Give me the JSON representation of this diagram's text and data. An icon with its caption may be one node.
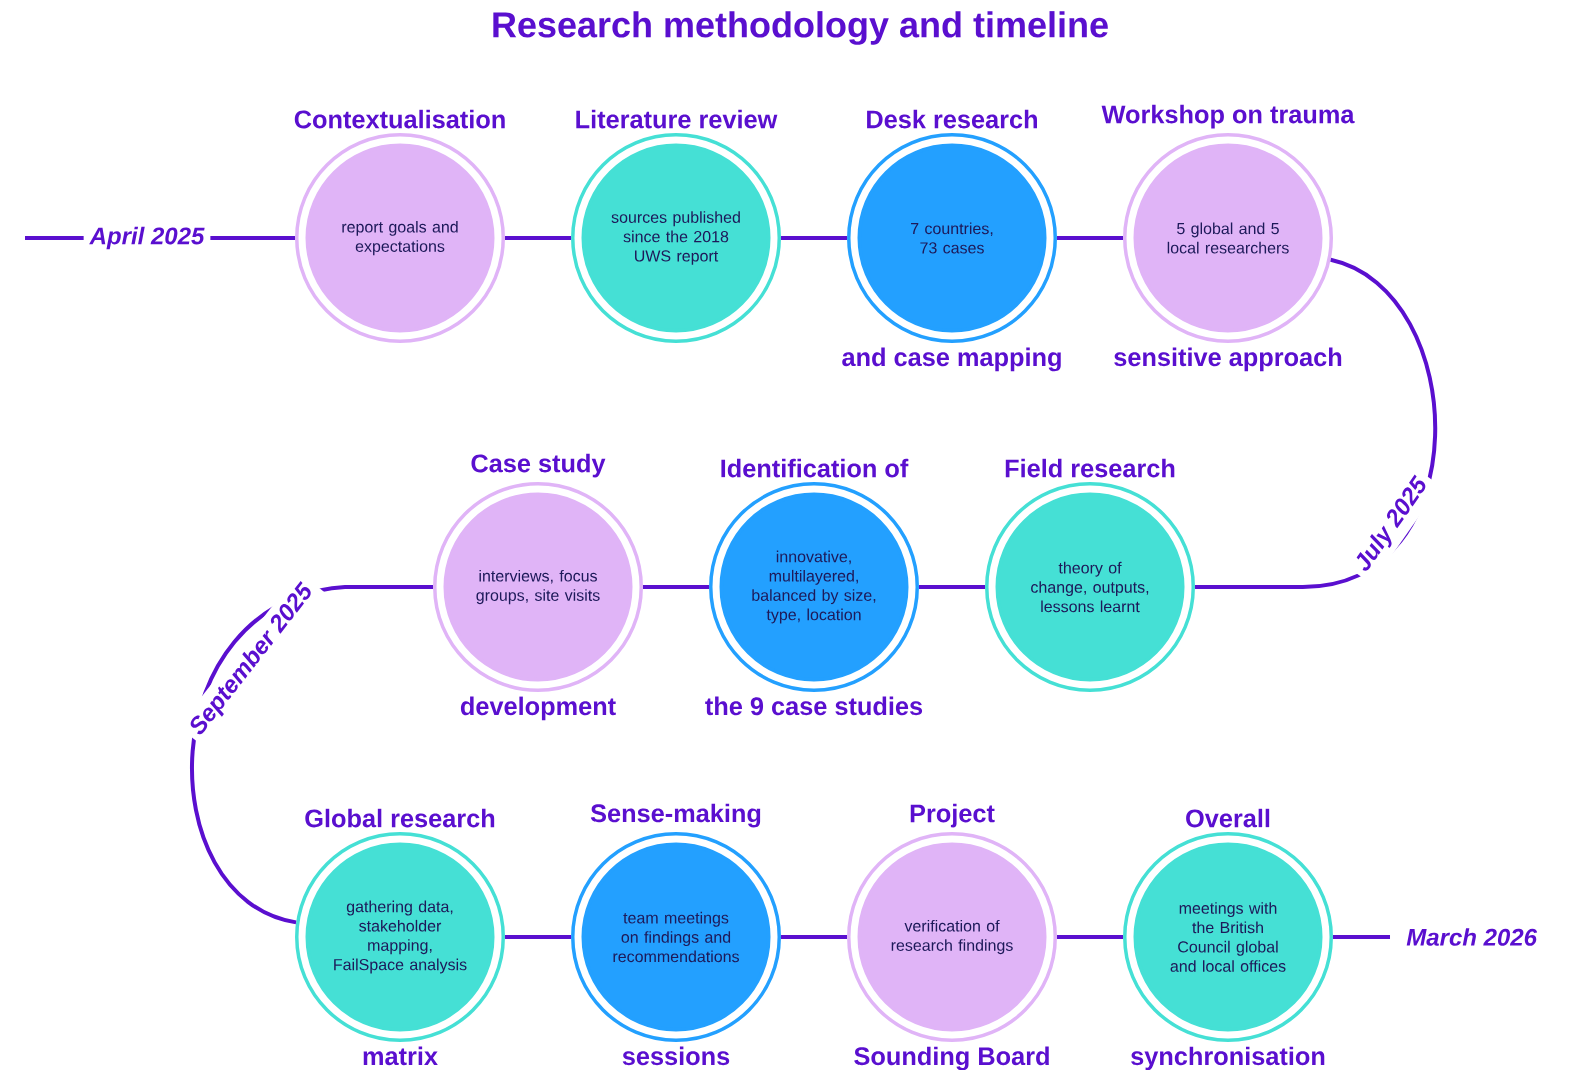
{
  "diagram": {
    "title": "Research methodology and timeline",
    "nodes": [
      {
        "text": [
          "Contextualisation",
          "report goals and expectations"
        ]
      },
      {
        "text": [
          "Literature review",
          "sources published since the 2018 UWS report"
        ]
      },
      {
        "text": [
          "Desk research",
          "7 countries, 73 cases",
          "and case mapping"
        ]
      },
      {
        "text": [
          "Workshop on trauma",
          "5 global and 5 local researchers",
          "sensitive approach"
        ]
      },
      {
        "text": [
          "Case study",
          "interviews, focus groups, site visits",
          "development"
        ]
      },
      {
        "text": [
          "Identification of",
          "innovative, multilayered, balanced by size, type, location",
          "the 9 case studies"
        ]
      },
      {
        "text": [
          "Field research",
          "theory of change, outputs, lessons learnt"
        ]
      },
      {
        "text": [
          "Global research",
          "gathering data, stakeholder mapping, FailSpace analysis",
          "matrix"
        ]
      },
      {
        "text": [
          "Sense-making",
          "team meetings on findings and recommendations",
          "sessions"
        ]
      },
      {
        "text": [
          "Project",
          "verification of research findings",
          "Sounding Board"
        ]
      },
      {
        "text": [
          "Overall",
          "meetings with the British Council global and local offices",
          "synchronisation"
        ]
      }
    ],
    "edges": [
      {
        "from": null,
        "to": 0,
        "arrow": "none",
        "label": "April 2025"
      },
      {
        "from": 0,
        "to": 1,
        "arrow": "none"
      },
      {
        "from": 1,
        "to": 2,
        "arrow": "none"
      },
      {
        "from": 2,
        "to": 3,
        "arrow": "none"
      },
      {
        "from": 3,
        "to": 6,
        "arrow": "none",
        "label": "July 2025"
      },
      {
        "from": 6,
        "to": 5,
        "arrow": "none"
      },
      {
        "from": 5,
        "to": 4,
        "arrow": "none"
      },
      {
        "from": 4,
        "to": 7,
        "arrow": "none",
        "label": "September 2025"
      },
      {
        "from": 7,
        "to": 8,
        "arrow": "none"
      },
      {
        "from": 8,
        "to": 9,
        "arrow": "none"
      },
      {
        "from": 9,
        "to": 10,
        "arrow": "none"
      },
      {
        "from": 10,
        "to": null,
        "arrow": "none",
        "label": "March 2026"
      }
    ]
  }
}
